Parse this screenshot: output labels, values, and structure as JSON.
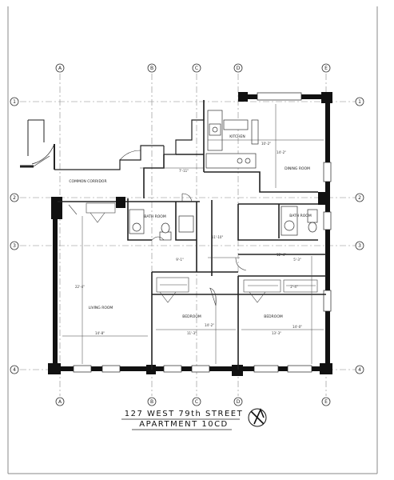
{
  "title": {
    "line1": "127 WEST 79th STREET",
    "line2": "APARTMENT 10CD"
  },
  "grid": {
    "columns": [
      "A",
      "B",
      "C",
      "D",
      "E"
    ],
    "rows": [
      "1",
      "2",
      "3",
      "4"
    ]
  },
  "rooms": {
    "kitchen": "KITCHEN",
    "dining_room": "DINING ROOM",
    "bath_room_1": "BATH ROOM",
    "bath_room_2": "BATH ROOM",
    "living_room": "LIVING ROOM",
    "bedroom_1": "BEDROOM",
    "bedroom_2": "BEDROOM",
    "corridor": "COMMON CORRIDOR"
  },
  "dimensions": {
    "kitchen_width": "10'-2\"",
    "dining_width": "14'-2\"",
    "closet_depth": "7'-11\"",
    "hall_width": "11'-10\"",
    "bath_width": "12'-4\"",
    "vestibule": "9'-1\"",
    "bedroom_small": "5'-3\"",
    "living_height": "22'-4\"",
    "living_width": "14'-8\"",
    "bedroom1_depth": "14'-2\"",
    "bedroom1_width": "11'-3\"",
    "bedroom2_width": "14'-0\"",
    "bedroom2_depth": "13'-3\"",
    "closet_small": "2'-4\""
  },
  "colors": {
    "wall": "#111111",
    "line": "#444444",
    "grid": "#777777"
  }
}
